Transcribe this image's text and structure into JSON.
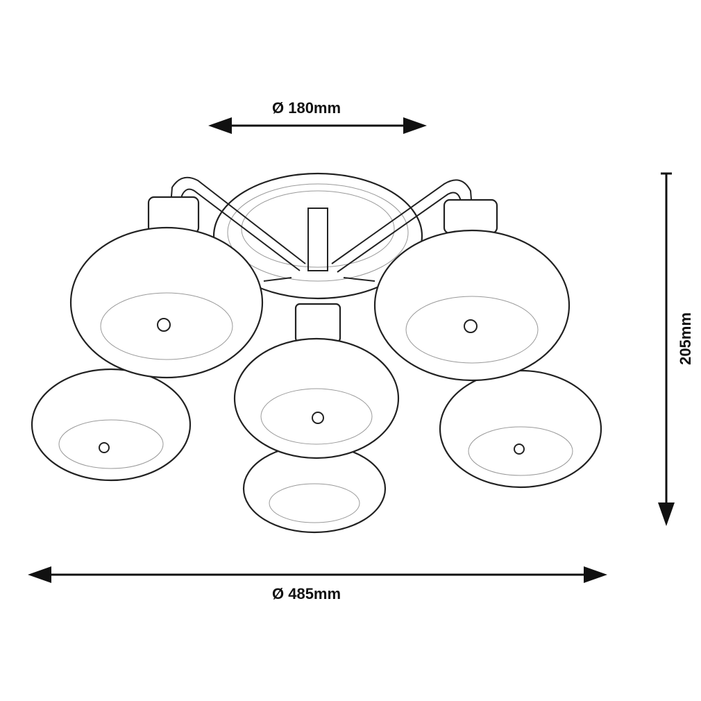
{
  "title": "Ceiling lamp dimension drawing",
  "dimensions": {
    "canopy_diameter": "Ø 180mm",
    "total_diameter": "Ø 485mm",
    "height": "205mm"
  },
  "colors": {
    "line": "#222222",
    "background": "#ffffff"
  }
}
